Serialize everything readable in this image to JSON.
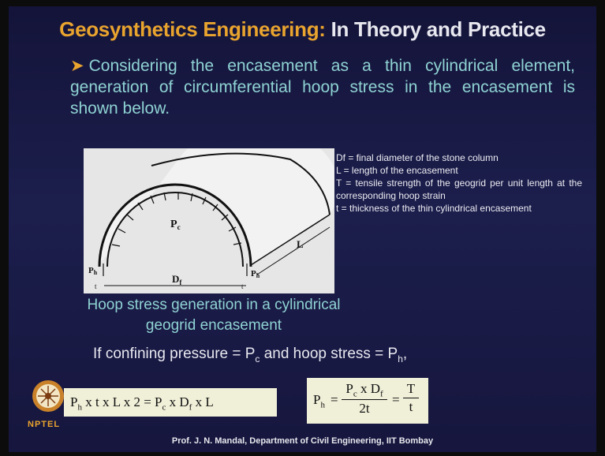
{
  "title": {
    "part1": "Geosynthetics Engineering:",
    "part2": " In Theory and Practice"
  },
  "bullet_text": "Considering the encasement as a thin cylindrical element, generation of circumferential hoop stress in the encasement is shown below.",
  "figure": {
    "label_pc": "P",
    "label_pc_sub": "c",
    "label_ph": "P",
    "label_ph_sub": "h",
    "label_df": "D",
    "label_df_sub": "f",
    "label_l": "L",
    "label_t": "t"
  },
  "definitions": [
    "Df = final diameter of the stone column",
    "L = length of the encasement",
    "T = tensile strength of the geogrid per unit length at the corresponding hoop strain",
    "t = thickness of the thin cylindrical encasement"
  ],
  "caption": "Hoop stress generation in a cylindrical geogrid encasement",
  "condition": {
    "prefix": "If confining pressure = P",
    "pc_sub": "c",
    "middle": " and hoop stress = P",
    "ph_sub": "h",
    "suffix": ","
  },
  "equation1": {
    "p": "P",
    "p_sub": "h",
    "part_a": " x t x L x 2 = P",
    "pc_sub": "c",
    "part_b": " x D",
    "df_sub": "f",
    "part_c": " x L"
  },
  "equation2": {
    "lhs": "P",
    "lhs_sub": "h",
    "eq": "=",
    "num": "P",
    "num_sub": "c",
    "num_mid": " x D",
    "num_sub2": "f",
    "den": "2t",
    "eq2": "=",
    "num2": "T",
    "den2": "t"
  },
  "logo_text": "NPTEL",
  "footer": "Prof. J. N. Mandal, Department of Civil Engineering, IIT Bombay",
  "colors": {
    "title_accent": "#e9a42e",
    "body_text": "#8fd3d3",
    "background": "#1c1e4c"
  }
}
